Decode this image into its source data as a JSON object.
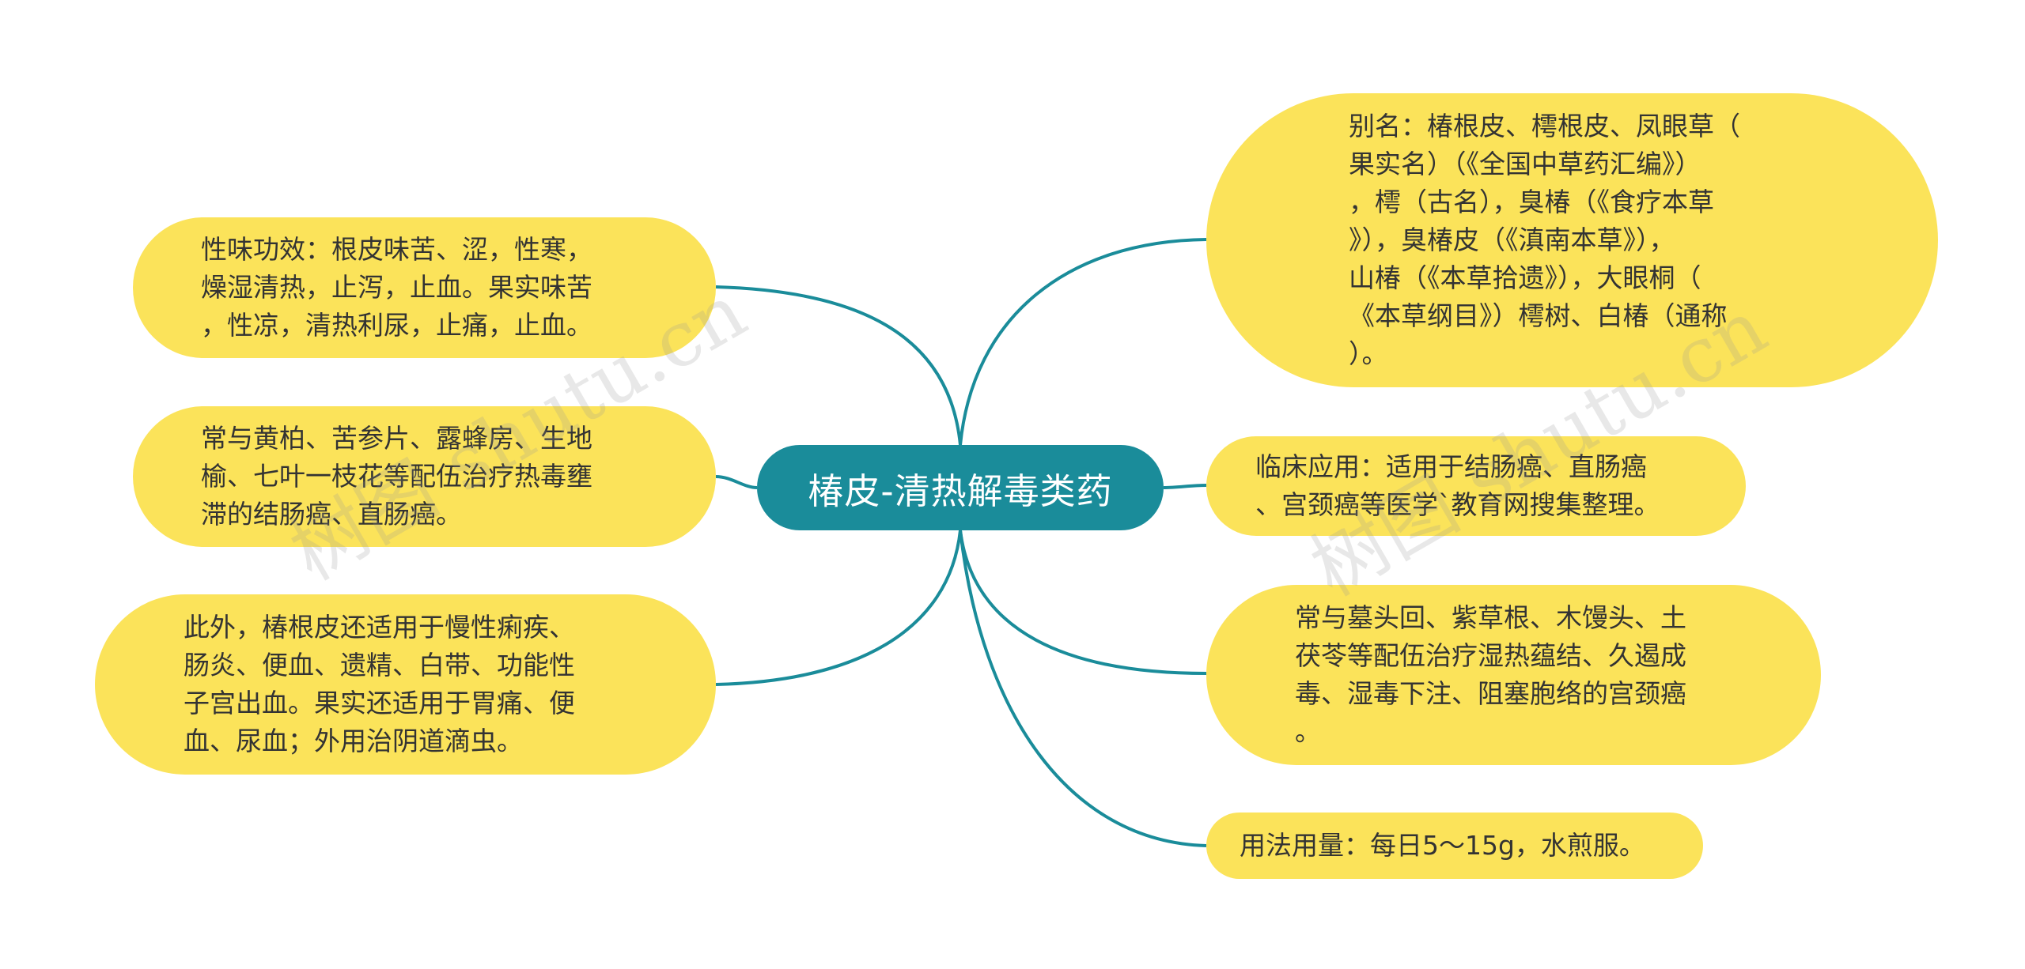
{
  "center": {
    "label": "椿皮-清热解毒类药"
  },
  "left_nodes": [
    {
      "text": "性味功效：根皮味苦、涩，性寒，\n燥湿清热，止泻，止血。果实味苦\n，性凉，清热利尿，止痛，止血。"
    },
    {
      "text": "常与黄柏、苦参片、露蜂房、生地\n榆、七叶一枝花等配伍治疗热毒壅\n滞的结肠癌、直肠癌。"
    },
    {
      "text": "此外，椿根皮还适用于慢性痢疾、\n肠炎、便血、遗精、白带、功能性\n子宫出血。果实还适用于胃痛、便\n血、尿血；外用治阴道滴虫。"
    }
  ],
  "right_nodes": [
    {
      "text": "别名：椿根皮、樗根皮、凤眼草（\n果实名）（《全国中草药汇编》）\n，樗（古名），臭椿（《食疗本草\n》），臭椿皮（《滇南本草》），\n山椿（《本草拾遗》），大眼桐（\n《本草纲目》）樗树、白椿（通称\n）。"
    },
    {
      "text": "临床应用：适用于结肠癌、直肠癌\n、宫颈癌等医学`教育网搜集整理。"
    },
    {
      "text": "常与墓头回、紫草根、木馒头、土\n茯苓等配伍治疗湿热蕴结、久遏成\n毒、湿毒下注、阻塞胞络的宫颈癌\n。"
    },
    {
      "text": "用法用量：每日5～15g，水煎服。"
    }
  ],
  "watermarks": [
    "树图 shutu.cn",
    "树图 shutu.cn"
  ],
  "colors": {
    "center_fill": "#1a8c9a",
    "node_fill": "#fbe35a",
    "connector": "#1a8c9a",
    "text": "#333333"
  }
}
